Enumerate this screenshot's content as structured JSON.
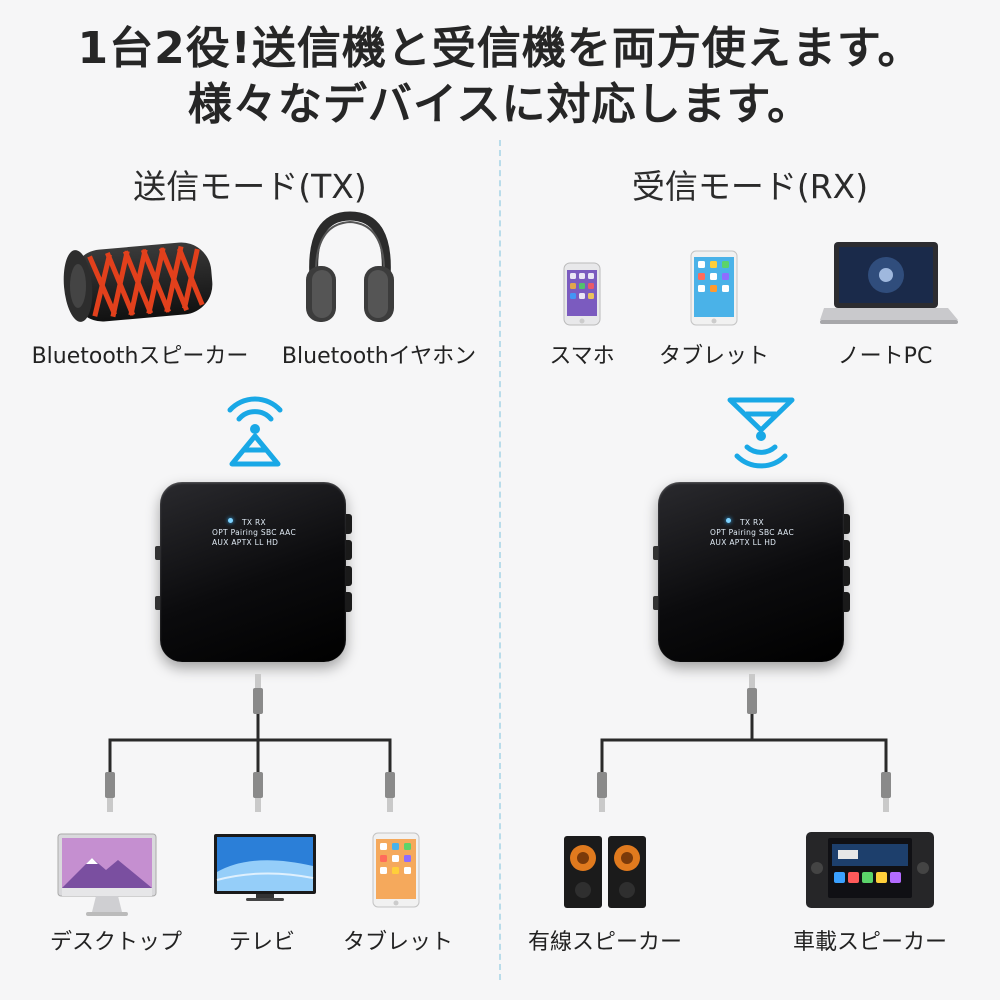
{
  "headline": {
    "line1": "1台2役!送信機と受信機を両方使えます。",
    "line2": "様々なデバイスに対応します。"
  },
  "tx": {
    "title": "送信モード(TX)",
    "top_devices": [
      {
        "label": "Bluetoothスピーカー",
        "icon": "bluetooth-speaker-icon"
      },
      {
        "label": "Bluetoothイヤホン",
        "icon": "headphones-icon"
      }
    ],
    "bottom_devices": [
      {
        "label": "デスクトップ",
        "icon": "desktop-computer-icon"
      },
      {
        "label": "テレビ",
        "icon": "television-icon"
      },
      {
        "label": "タブレット",
        "icon": "tablet-icon"
      }
    ]
  },
  "rx": {
    "title": "受信モード(RX)",
    "top_devices": [
      {
        "label": "スマホ",
        "icon": "smartphone-icon"
      },
      {
        "label": "タブレット",
        "icon": "tablet-icon"
      },
      {
        "label": "ノートPC",
        "icon": "laptop-icon"
      }
    ],
    "bottom_devices": [
      {
        "label": "有線スピーカー",
        "icon": "wired-speaker-icon"
      },
      {
        "label": "車載スピーカー",
        "icon": "car-stereo-icon"
      }
    ]
  },
  "device_panel": {
    "row1": "TX   RX",
    "row2": "OPT  Pairing  SBC  AAC",
    "row3": "AUX  APTX  LL  HD"
  },
  "colors": {
    "bluetooth_blue": "#19a8e6",
    "divider": "#b9dcea"
  }
}
